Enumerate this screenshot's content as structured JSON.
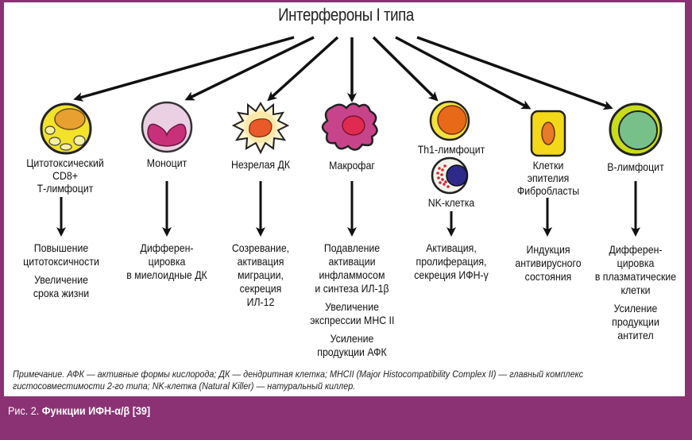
{
  "title": "Интерфероны I типа",
  "cells": [
    {
      "id": "cd8",
      "label_lines": [
        "Цитотоксический",
        "CD8+",
        "Т-лимфоцит"
      ],
      "effects": [
        [
          "Повышение",
          "цитотоксичности"
        ],
        [
          "Увеличение",
          "срока жизни"
        ]
      ]
    },
    {
      "id": "monocyte",
      "label_lines": [
        "Моноцит"
      ],
      "effects": [
        [
          "Дифферен-",
          "цировка",
          "в миелоидные ДК"
        ]
      ]
    },
    {
      "id": "immature-dc",
      "label_lines": [
        "Незрелая ДК"
      ],
      "effects": [
        [
          "Созревание,",
          "активация",
          "миграции,",
          "секреция",
          "ИЛ-12"
        ]
      ]
    },
    {
      "id": "macrophage",
      "label_lines": [
        "Макрофаг"
      ],
      "effects": [
        [
          "Подавление",
          "активации",
          "инфламмосом",
          "и синтеза ИЛ-1β"
        ],
        [
          "Увеличение",
          "экспрессии MHC II"
        ],
        [
          "Усиление",
          "продукции АФК"
        ]
      ]
    },
    {
      "id": "th1-nk",
      "label_lines": [
        "Th1-лимфоцит"
      ],
      "label2_lines": [
        "NK-клетка"
      ],
      "effects": [
        [
          "Активация,",
          "пролиферация,",
          "секреция ИФН-γ"
        ]
      ]
    },
    {
      "id": "epithelium",
      "label_lines": [
        "Клетки",
        "эпителия",
        "Фибробласты"
      ],
      "effects": [
        [
          "Индукция",
          "антивирусного",
          "состояния"
        ]
      ]
    },
    {
      "id": "b-cell",
      "label_lines": [
        "В-лимфоцит"
      ],
      "effects": [
        [
          "Дифферен-",
          "цировка",
          "в плазматические",
          "клетки"
        ],
        [
          "Усиление",
          "продукции",
          "антител"
        ]
      ]
    }
  ],
  "note": [
    "Примечание. АФК — активные формы кислорода; ДК — дендритная клетка; MHCII (Major Histocompatibility Complex II) — главный комплекс",
    "гистосовместимости 2-го типа; NK-клетка (Natural Killer) — натуральный киллер."
  ],
  "caption": {
    "prefix": "Рис. 2. ",
    "bold": "Функции ИФН-α/β [39]"
  },
  "colors": {
    "frame": "#8b3274",
    "arrow": "#111111"
  }
}
